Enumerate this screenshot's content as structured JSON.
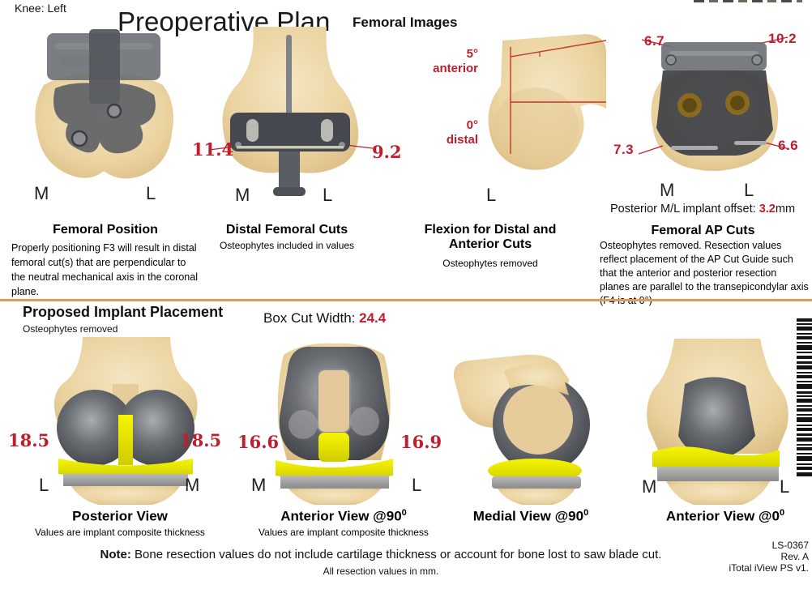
{
  "meta": {
    "knee_label": "Knee: Left",
    "title": "Preoperative Plan"
  },
  "femoral_images": {
    "heading": "Femoral Images",
    "panels": [
      {
        "title": "Femoral Position",
        "description": "Properly positioning F3 will result in distal femoral cut(s) that are perpendicular to the neutral mechanical axis in the coronal plane.",
        "side_left": "M",
        "side_right": "L"
      },
      {
        "title": "Distal Femoral Cuts",
        "subtitle": "Osteophytes included in values",
        "value_left": "11.4",
        "value_right": "9.2",
        "side_left": "M",
        "side_right": "L"
      },
      {
        "title": "Flexion for Distal and Anterior Cuts",
        "subtitle": "Osteophytes removed",
        "angle_top_value": "5°",
        "angle_top_label": "anterior",
        "angle_bottom_value": "0°",
        "angle_bottom_label": "distal",
        "side_right": "L"
      },
      {
        "title": "Femoral AP Cuts",
        "offset_label": "Posterior M/L implant offset:",
        "offset_value": "3.2",
        "offset_unit": "mm",
        "description": "Osteophytes removed. Resection values reflect placement of the AP Cut Guide such that the anterior and posterior resection planes are parallel to the transepicondylar axis (F4 is at 0°)",
        "value_top_left": "6.7",
        "value_top_right": "10.2",
        "value_bottom_left": "7.3",
        "value_bottom_right": "6.6",
        "side_left": "M",
        "side_right": "L"
      }
    ]
  },
  "implant_section": {
    "heading": "Proposed Implant Placement",
    "subheading": "Osteophytes removed",
    "box_cut_label": "Box Cut Width:",
    "box_cut_value": "24.4",
    "panels": [
      {
        "title": "Posterior View",
        "title_sup": "",
        "subtitle": "Values are implant composite thickness",
        "value_left": "18.5",
        "value_right": "18.5",
        "side_left": "L",
        "side_right": "M"
      },
      {
        "title": "Anterior View @90",
        "title_sup": "0",
        "subtitle": "Values are implant composite thickness",
        "value_left": "16.6",
        "value_right": "16.9",
        "side_left": "M",
        "side_right": "L"
      },
      {
        "title": "Medial View @90",
        "title_sup": "0",
        "subtitle": "",
        "value_left": "",
        "value_right": "",
        "side_left": "",
        "side_right": ""
      },
      {
        "title": "Anterior View @0",
        "title_sup": "0",
        "subtitle": "",
        "value_left": "",
        "value_right": "",
        "side_left": "M",
        "side_right": "L"
      }
    ]
  },
  "footer": {
    "note_label": "Note:",
    "note_text": " Bone resection values do not include cartilage thickness or account for bone lost to saw blade cut.",
    "note_sub": "All resection values in mm.",
    "doc_id": "LS-0367",
    "revision": "Rev. A",
    "version": "iTotal iView PS v1."
  },
  "colors": {
    "value_red": "#BE1E2D",
    "divider_orange": "#E39A55",
    "bone_tan": "#EBD3A0",
    "implant_gray": "#54575C",
    "insert_yellow": "#EDED00",
    "tray_gray": "#9B9B9B"
  }
}
